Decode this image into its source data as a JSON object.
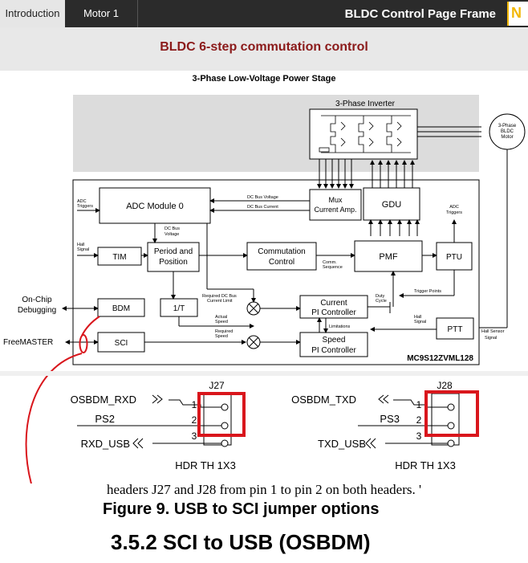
{
  "tabs": [
    {
      "label": "Introduction",
      "active": true
    },
    {
      "label": "Motor 1",
      "active": false
    }
  ],
  "header": {
    "page_frame_title": "BLDC Control Page Frame",
    "logo_letter": "N"
  },
  "page": {
    "title": "BLDC 6-step commutation control"
  },
  "block_diagram": {
    "title": "3-Phase Low-Voltage Power Stage",
    "inverter_label": "3-Phase Inverter",
    "motor_label": [
      "3-Phase",
      "BLDC",
      "Motor"
    ],
    "chip_label": "MC9S12ZVML128",
    "blocks": {
      "adc": "ADC Module 0",
      "mux": [
        "Mux",
        "Current Amp."
      ],
      "gdu": "GDU",
      "tim": "TIM",
      "period": [
        "Period and",
        "Position"
      ],
      "commutation": [
        "Commutation",
        "Control"
      ],
      "pmf": "PMF",
      "ptu": "PTU",
      "bdm": "BDM",
      "one_over_t": "1/T",
      "current_pi": [
        "Current",
        "PI Controller"
      ],
      "ptt": "PTT",
      "sci": "SCI",
      "speed_pi": [
        "Speed",
        "PI Controller"
      ]
    },
    "signals": {
      "adc_triggers_in": [
        "ADC",
        "Triggers"
      ],
      "dc_bus_voltage": "DC Bus Voltage",
      "dc_bus_current": "DC Bus Current",
      "dc_bus_voltage_small": [
        "DC Bus",
        "Voltage"
      ],
      "hall_signal": [
        "Hall",
        "Signal"
      ],
      "adc_triggers_out": [
        "ADC",
        "Triggers"
      ],
      "comm_sequence": [
        "Comm.",
        "Sequence"
      ],
      "required_dc_bus_current_limit": [
        "Required DC Bus",
        "Current Limit"
      ],
      "duty_cycle": [
        "Duty",
        "Cycle"
      ],
      "trigger_points": "Trigger Points",
      "limitations": "Limitations",
      "actual_speed": [
        "Actual",
        "Speed"
      ],
      "required_speed": [
        "Required",
        "Speed"
      ],
      "hall_signal_2": [
        "Hall",
        "Signal"
      ],
      "hall_sensor_signal": [
        "Hall Sensor",
        "Signal"
      ],
      "on_chip_debugging": [
        "On-Chip",
        "Debugging"
      ],
      "freemaster": "FreeMASTER"
    }
  },
  "schematic": {
    "j27": {
      "name": "J27",
      "header": "HDR TH 1X3",
      "pins": [
        {
          "net": "OSBDM_RXD",
          "num": "1"
        },
        {
          "net": "PS2",
          "num": "2"
        },
        {
          "net": "RXD_USB",
          "num": "3"
        }
      ]
    },
    "j28": {
      "name": "J28",
      "header": "HDR TH 1X3",
      "pins": [
        {
          "net": "OSBDM_TXD",
          "num": "1"
        },
        {
          "net": "PS3",
          "num": "2"
        },
        {
          "net": "TXD_USB",
          "num": "3"
        }
      ]
    },
    "highlight_color": "#d9161c"
  },
  "doc_text": {
    "partial_line": "headers J27 and J28 from pin 1 to pin 2 on both headers. '",
    "figure_caption": "Figure 9. USB to SCI jumper options",
    "section_heading": "3.5.2    SCI to USB (OSBDM)"
  },
  "colors": {
    "accent_title": "#8b1a1a",
    "topbar": "#2b2b2b",
    "logo_yellow": "#f2b705",
    "annotation_red": "#d9161c"
  }
}
